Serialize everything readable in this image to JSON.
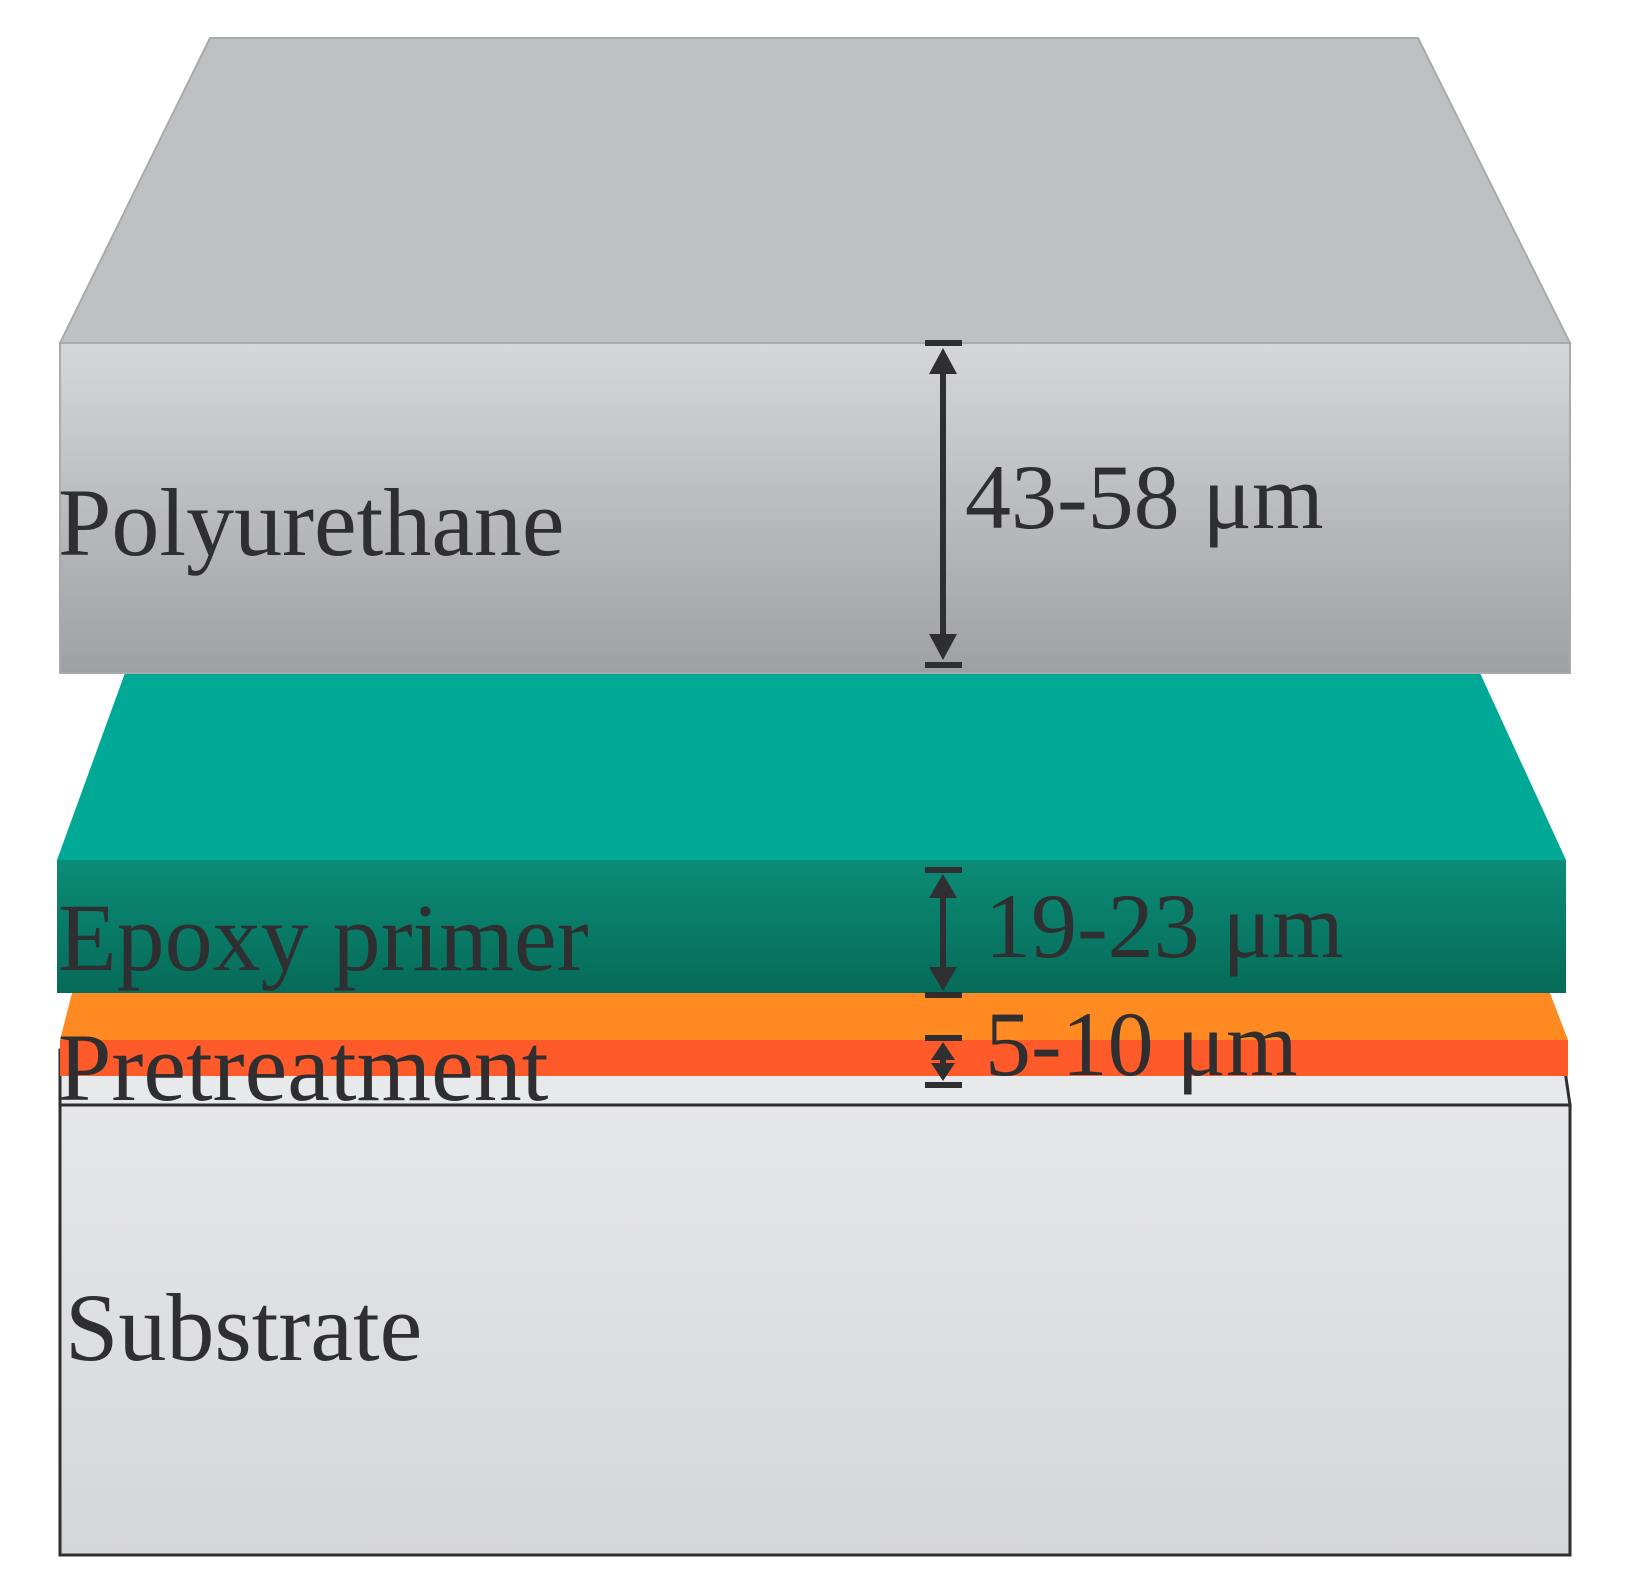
{
  "diagram": {
    "layers": [
      {
        "id": "polyurethane",
        "label": "Polyurethane",
        "thickness": "43-58 μm"
      },
      {
        "id": "epoxy",
        "label": "Epoxy primer",
        "thickness": "19-23 μm"
      },
      {
        "id": "pretreatment",
        "label": "Pretreatment",
        "thickness": "5-10 μm"
      },
      {
        "id": "substrate",
        "label": "Substrate"
      }
    ],
    "colors": {
      "polyurethane_top": "#bfc0c2",
      "polyurethane_front": "#b4b5b8",
      "epoxy_top": "#00a896",
      "epoxy_front": "#0a7c68",
      "pretreatment_top": "#ff8a22",
      "pretreatment_front": "#ff5a2a",
      "substrate": "#e2e3e5",
      "text": "#2f2e30"
    }
  }
}
